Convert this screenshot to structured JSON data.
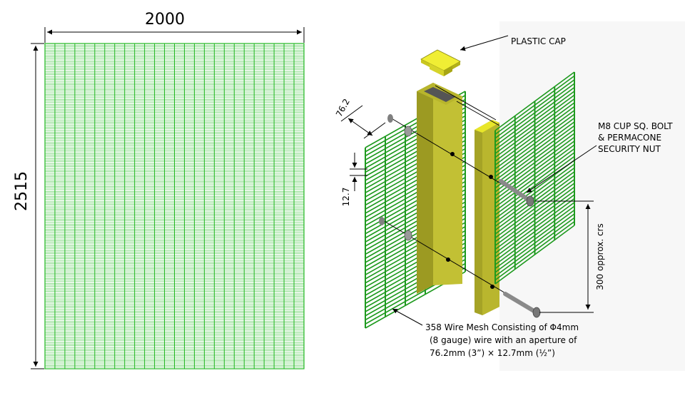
{
  "left_panel": {
    "width_label": "2000",
    "height_label": "2515",
    "mesh_color": "#1fb81f",
    "mesh_columns": 26,
    "mesh_rows": 198
  },
  "right_panel": {
    "plastic_cap_label": "PLASTIC CAP",
    "pitch_vertical_label": "76.2",
    "pitch_horizontal_label": "12.7",
    "bolt_label_line1": "M8 CUP SQ. BOLT",
    "bolt_label_line2": "& PERMACONE",
    "bolt_label_line3": "SECURITY NUT",
    "spacing_label": "300 opprox. crs",
    "mesh_note_line1": "358 Wire Mesh Consisting of Φ4mm",
    "mesh_note_line2": "(8 gauge) wire with an aperture of",
    "mesh_note_line3": "76.2mm (3”) × 12.7mm (½”)",
    "wire_color": "#1e9a1e",
    "post_color": "#a5a326",
    "cap_color": "#e8e62a"
  }
}
